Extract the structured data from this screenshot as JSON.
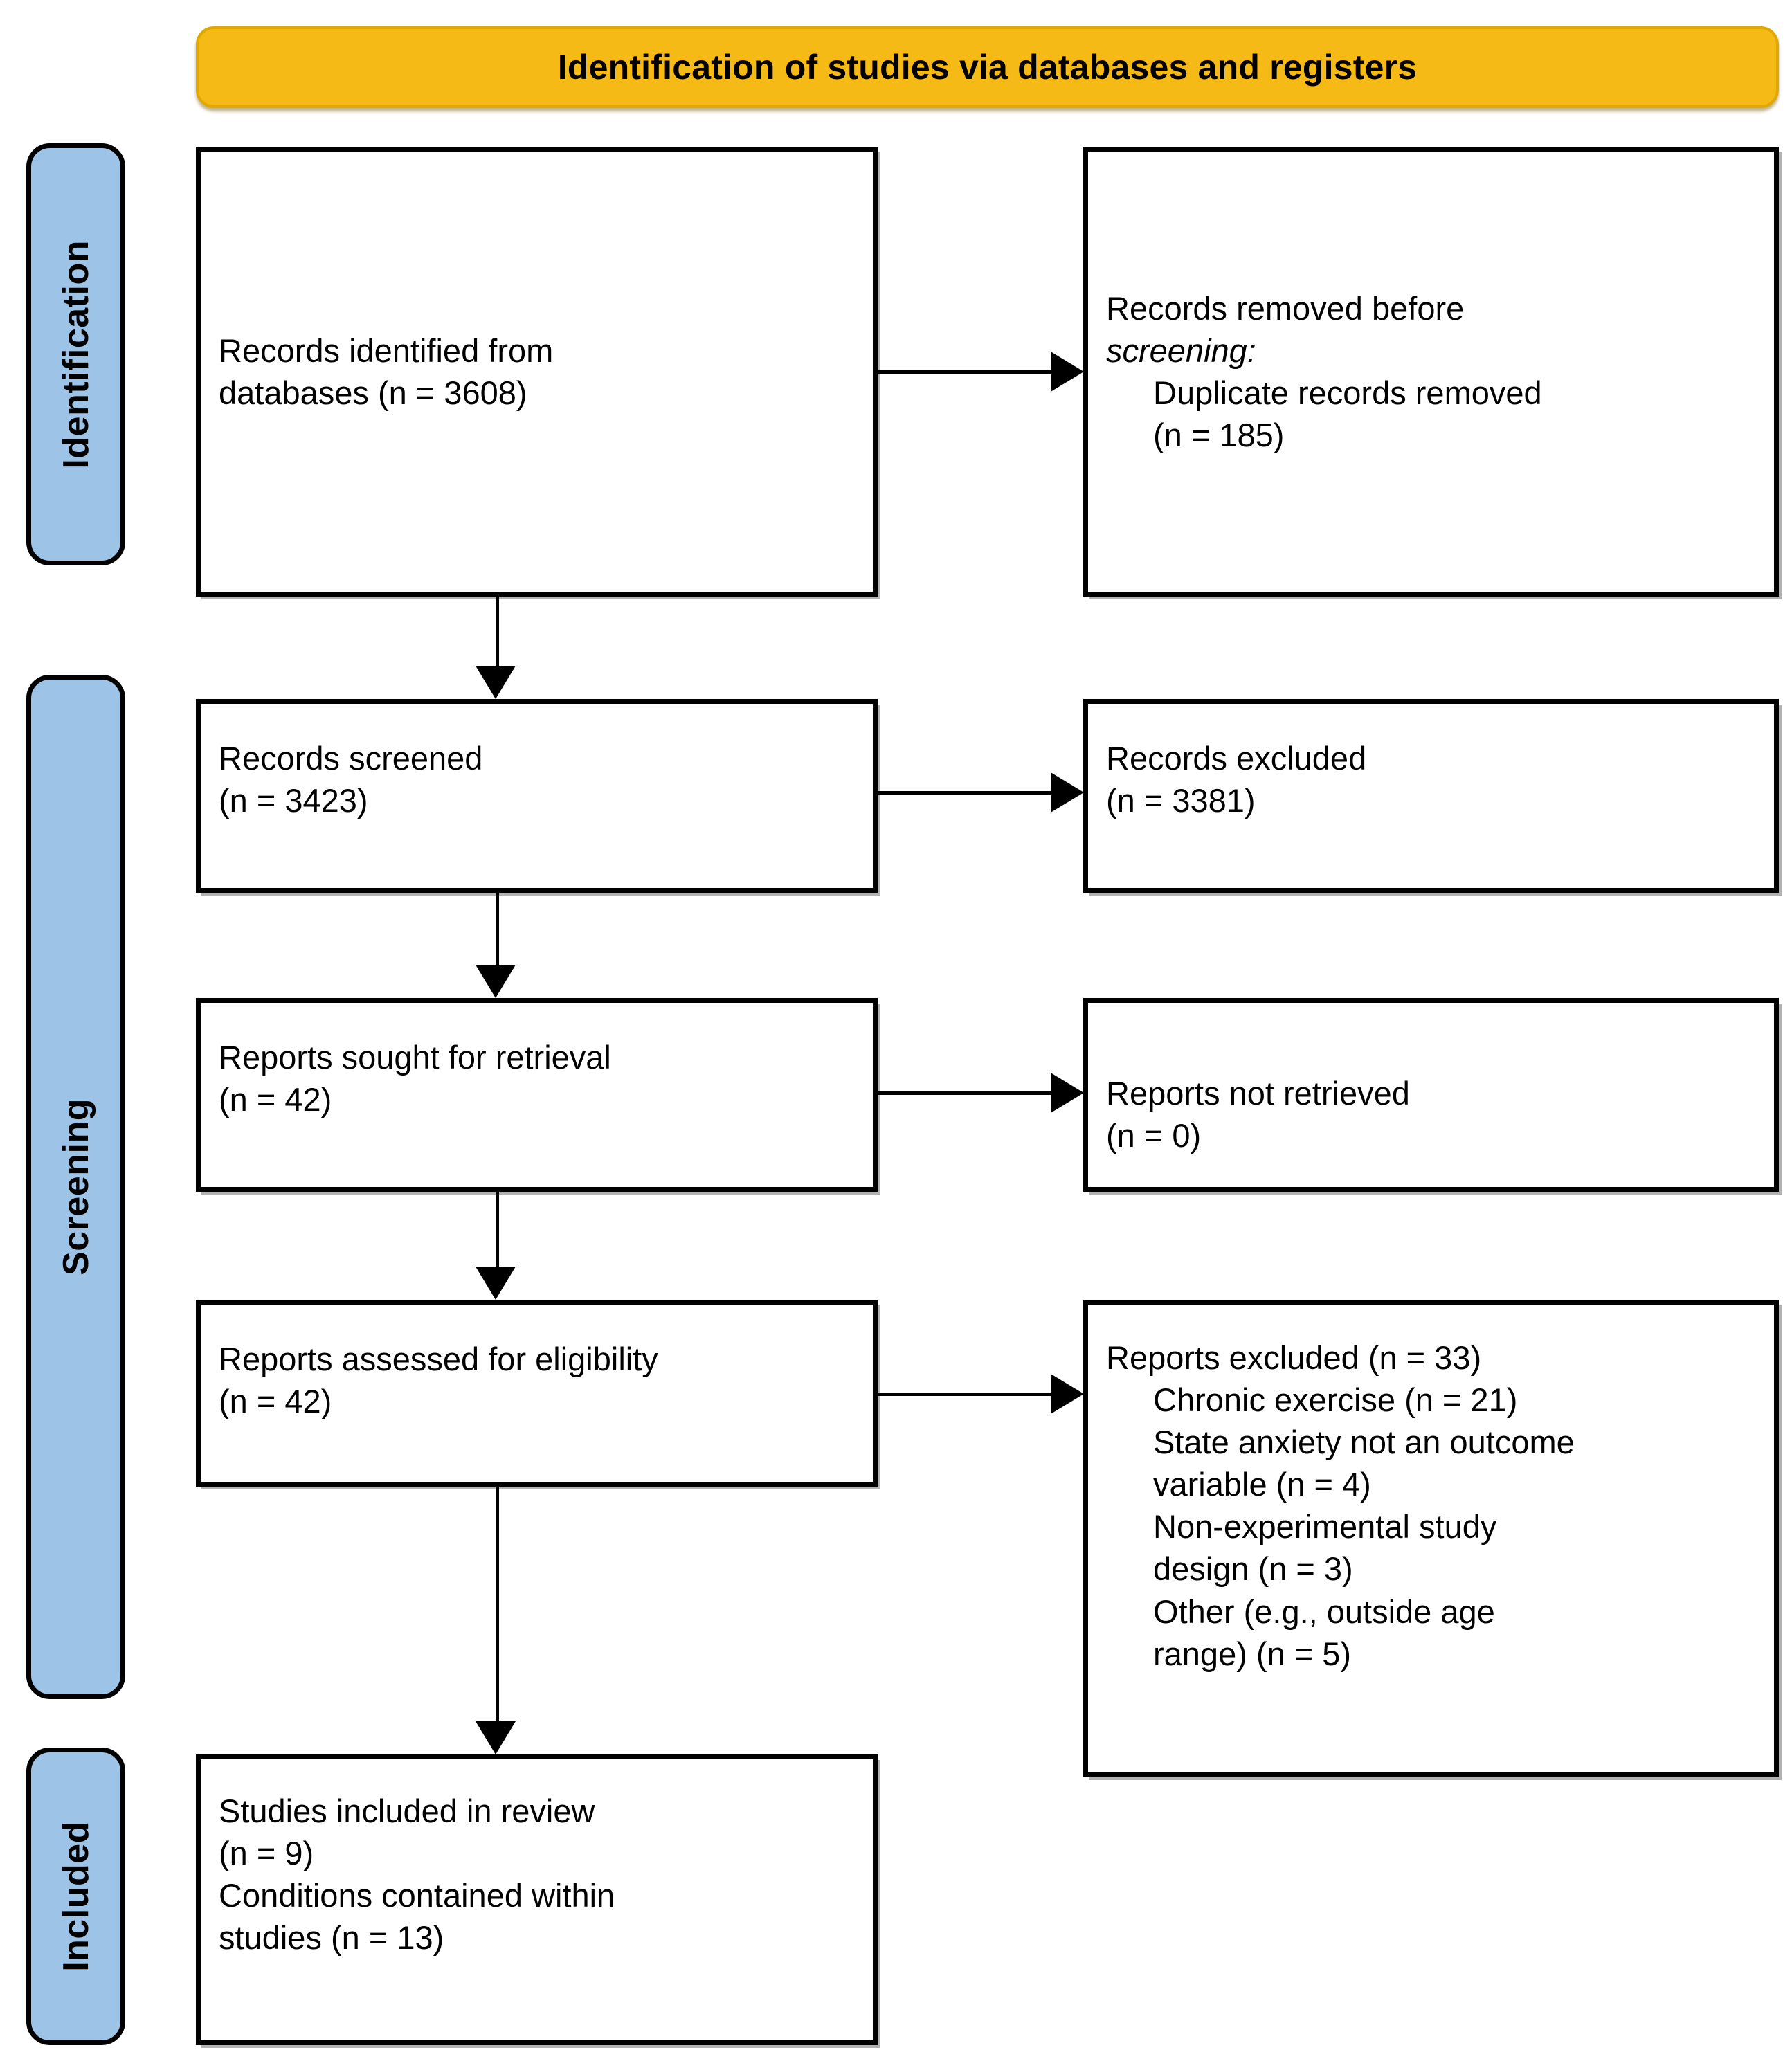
{
  "banner": {
    "title": "Identification of studies via databases and registers"
  },
  "phases": [
    {
      "id": "identification",
      "label": "Identification"
    },
    {
      "id": "screening",
      "label": "Screening"
    },
    {
      "id": "included",
      "label": "Included"
    }
  ],
  "boxes": {
    "identified": {
      "line1": "Records identified from",
      "line2": "databases (n = 3608)"
    },
    "removed": {
      "line1_normal": "Records removed ",
      "line1_italic": "before",
      "line2_italic": "screening:",
      "line3": "Duplicate records removed",
      "line4": "(n = 185)"
    },
    "screened": {
      "line1": "Records screened",
      "line2": "(n = 3423)"
    },
    "excluded": {
      "line1": "Records excluded",
      "line2": "(n = 3381)"
    },
    "sought": {
      "line1": "Reports sought for retrieval",
      "line2": "(n = 42)"
    },
    "notretrieved": {
      "line1": "Reports not retrieved",
      "line2": "(n = 0)"
    },
    "assessed": {
      "line1": "Reports assessed for eligibility",
      "line2": "(n = 42)"
    },
    "reports_excluded": {
      "heading": "Reports excluded (n = 33)",
      "reason1": "Chronic exercise (n = 21)",
      "reason2a": "State anxiety not an outcome",
      "reason2b": "variable (n = 4)",
      "reason3a": "Non-experimental study",
      "reason3b": "design (n = 3)",
      "reason4a": "Other (e.g., outside age",
      "reason4b": "range) (n = 5)"
    },
    "included": {
      "line1": "Studies included in review",
      "line2": "(n = 9)",
      "line3": "Conditions contained within",
      "line4": "studies (n = 13)"
    }
  },
  "chart_data": {
    "type": "diagram",
    "title": "PRISMA 2020 flow diagram: Identification of studies via databases and registers",
    "stages": [
      {
        "phase": "Identification",
        "nodes": [
          {
            "label": "Records identified from databases",
            "n": 3608
          },
          {
            "label": "Records removed before screening: Duplicate records removed",
            "n": 185
          }
        ]
      },
      {
        "phase": "Screening",
        "nodes": [
          {
            "label": "Records screened",
            "n": 3423
          },
          {
            "label": "Records excluded",
            "n": 3381
          },
          {
            "label": "Reports sought for retrieval",
            "n": 42
          },
          {
            "label": "Reports not retrieved",
            "n": 0
          },
          {
            "label": "Reports assessed for eligibility",
            "n": 42
          },
          {
            "label": "Reports excluded",
            "n": 33,
            "reasons": [
              {
                "label": "Chronic exercise",
                "n": 21
              },
              {
                "label": "State anxiety not an outcome variable",
                "n": 4
              },
              {
                "label": "Non-experimental study design",
                "n": 3
              },
              {
                "label": "Other (e.g., outside age range)",
                "n": 5
              }
            ]
          }
        ]
      },
      {
        "phase": "Included",
        "nodes": [
          {
            "label": "Studies included in review",
            "n": 9
          },
          {
            "label": "Conditions contained within studies",
            "n": 13
          }
        ]
      }
    ],
    "colors": {
      "banner": "#F5BA16",
      "phase_tab": "#9DC3E6",
      "box_border": "#000000",
      "box_fill": "#FFFFFF",
      "text": "#000000"
    }
  }
}
